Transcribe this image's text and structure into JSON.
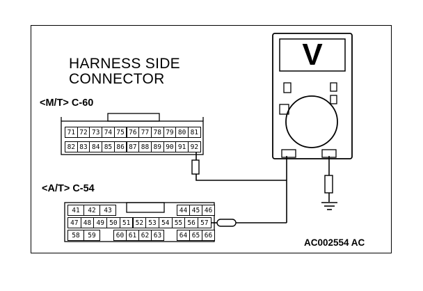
{
  "heading": {
    "line1": "HARNESS SIDE",
    "line2": "CONNECTOR"
  },
  "mt_connector": {
    "label": "<M/T> C-60",
    "row1": [
      "71",
      "72",
      "73",
      "74",
      "75",
      "76",
      "77",
      "78",
      "79",
      "80",
      "81"
    ],
    "row2": [
      "82",
      "83",
      "84",
      "85",
      "86",
      "87",
      "88",
      "89",
      "90",
      "91",
      "92"
    ]
  },
  "at_connector": {
    "label": "<A/T> C-54",
    "row1_left": [
      "41",
      "42",
      "43"
    ],
    "row1_right": [
      "44",
      "45",
      "46"
    ],
    "row2": [
      "47",
      "48",
      "49",
      "50",
      "51",
      "52",
      "53",
      "54",
      "55",
      "56",
      "57"
    ],
    "row3_left": [
      "58",
      "59"
    ],
    "row3_mid": [
      "60",
      "61",
      "62",
      "63"
    ],
    "row3_right": [
      "64",
      "65",
      "66"
    ]
  },
  "figure_code": "AC002554 AC",
  "meter": {
    "dial_symbol": "V"
  }
}
